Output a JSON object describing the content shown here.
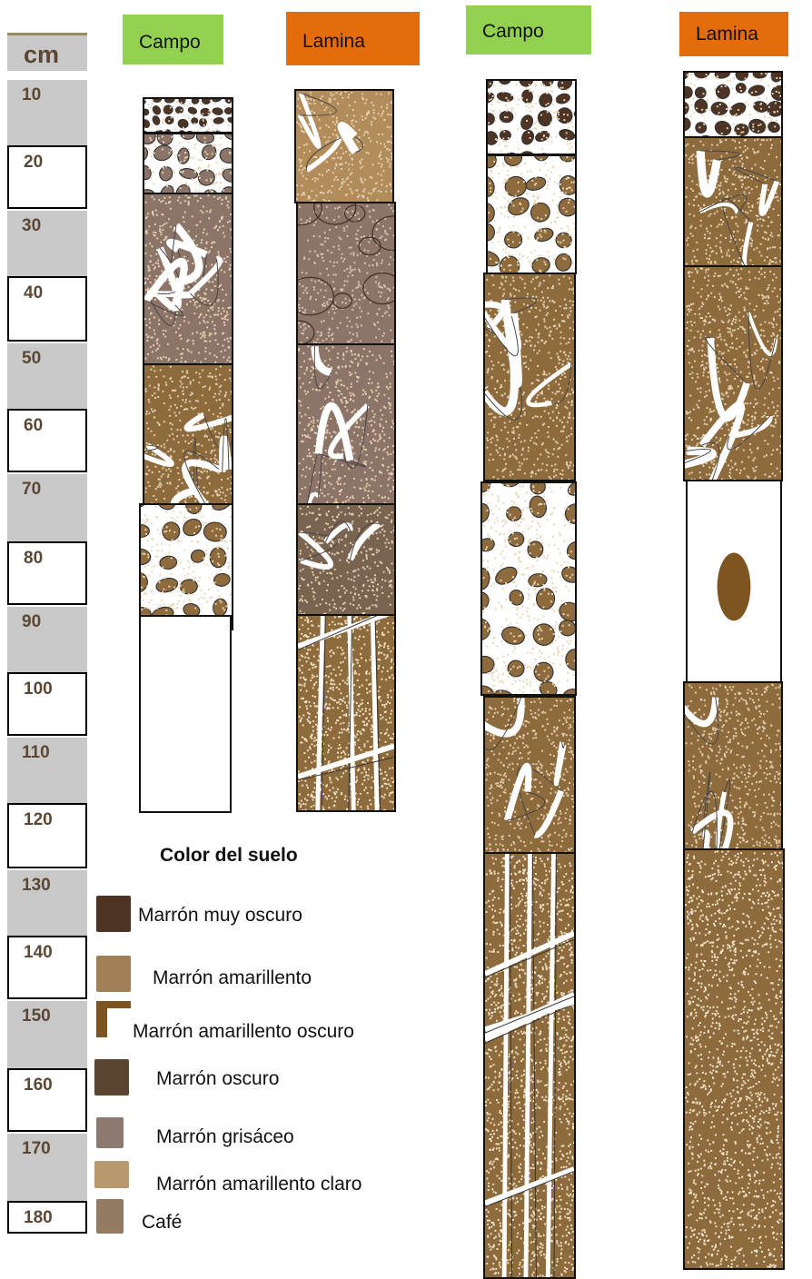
{
  "scale": {
    "unit": "cm",
    "ticks": [
      "10",
      "20",
      "30",
      "40",
      "50",
      "60",
      "70",
      "80",
      "90",
      "100",
      "110",
      "120",
      "130",
      "140",
      "150",
      "160",
      "170",
      "180"
    ]
  },
  "columns": [
    {
      "label": "Campo",
      "color": "#92d050"
    },
    {
      "label": "Lamina",
      "color": "#e46c0a"
    },
    {
      "label": "Campo",
      "color": "#92d050"
    },
    {
      "label": "Lamina",
      "color": "#e46c0a"
    }
  ],
  "legend": {
    "title": "Color del suelo",
    "items": [
      {
        "label": "Marrón muy oscuro",
        "color": "#4e3424"
      },
      {
        "label": "Marrón amarillento",
        "color": "#a17f57"
      },
      {
        "label": "Marrón amarillento oscuro",
        "color": "#7e5420"
      },
      {
        "label": "Marrón oscuro",
        "color": "#5a4530"
      },
      {
        "label": "Marrón grisáceo",
        "color": "#8c7a70"
      },
      {
        "label": "Marrón amarillento claro",
        "color": "#b8996b"
      },
      {
        "label": "Café",
        "color": "#937b62"
      }
    ]
  },
  "colors": {
    "dark": "#4e3424",
    "brown": "#8e6b3d",
    "grayish": "#8d7468",
    "light": "#b38c5c",
    "mottle": "#7e5420"
  }
}
